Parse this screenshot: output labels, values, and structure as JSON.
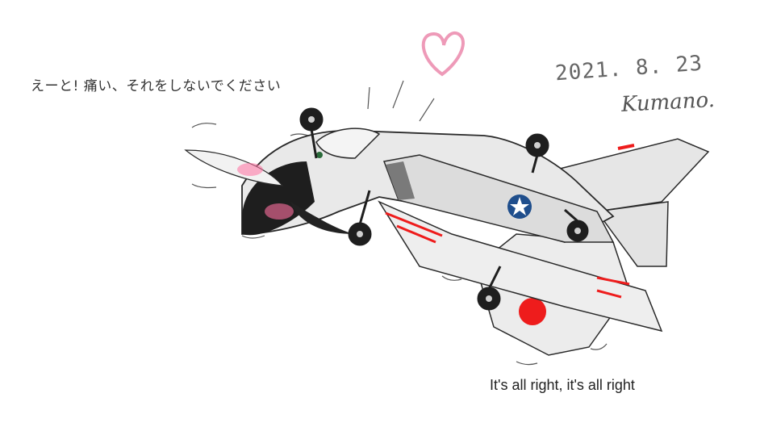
{
  "illustration": {
    "caption_jp": "えーと! 痛い、それをしないでください",
    "caption_en": "It's all right, it's all right",
    "date": "2021. 8. 23",
    "signature": "Kumano.",
    "colors": {
      "heart": "#ee9ab8",
      "fuselage": "#e9e9e9",
      "outline": "#2a2a2a",
      "hinomaru": "#ee1c1c",
      "roundel_blue": "#1f4e8c",
      "blush": "#ff6fa0",
      "nose": "#1e1e1e"
    }
  }
}
